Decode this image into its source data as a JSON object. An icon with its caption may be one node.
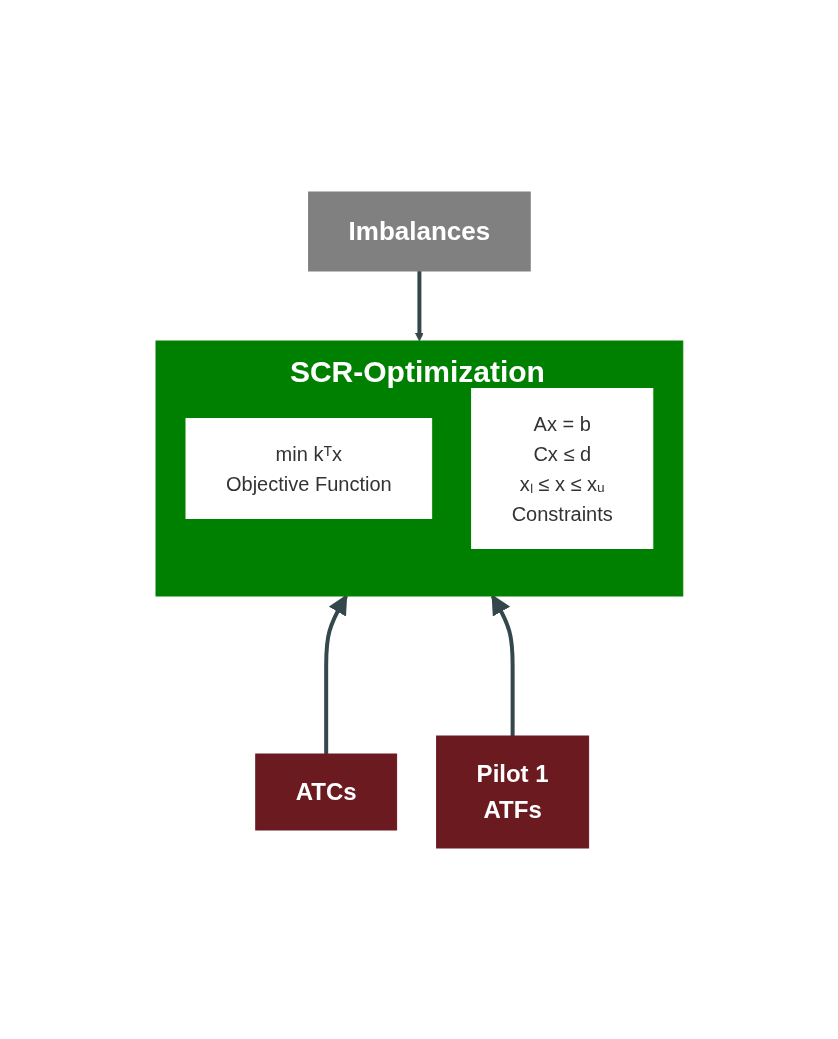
{
  "diagram": {
    "nodes": [
      {
        "text": [
          "Imbalances"
        ]
      },
      {
        "text": [
          "SCR-Optimization"
        ]
      },
      {
        "text": [
          "min kᵀx",
          "Objective Function"
        ],
        "in": 1
      },
      {
        "text": [
          "Ax = b",
          "Cx ≤ d",
          "xₗ ≤ x ≤ xᵤ",
          "Constraints"
        ],
        "in": 1
      },
      {
        "text": [
          "ATCs"
        ]
      },
      {
        "text": [
          "Pilot 1",
          "ATFs"
        ]
      }
    ],
    "edges": [
      {
        "from": 0,
        "to": 1,
        "arrow": "to"
      },
      {
        "from": 4,
        "to": 1,
        "arrow": "to"
      },
      {
        "from": 5,
        "to": 1,
        "arrow": "to"
      }
    ]
  }
}
